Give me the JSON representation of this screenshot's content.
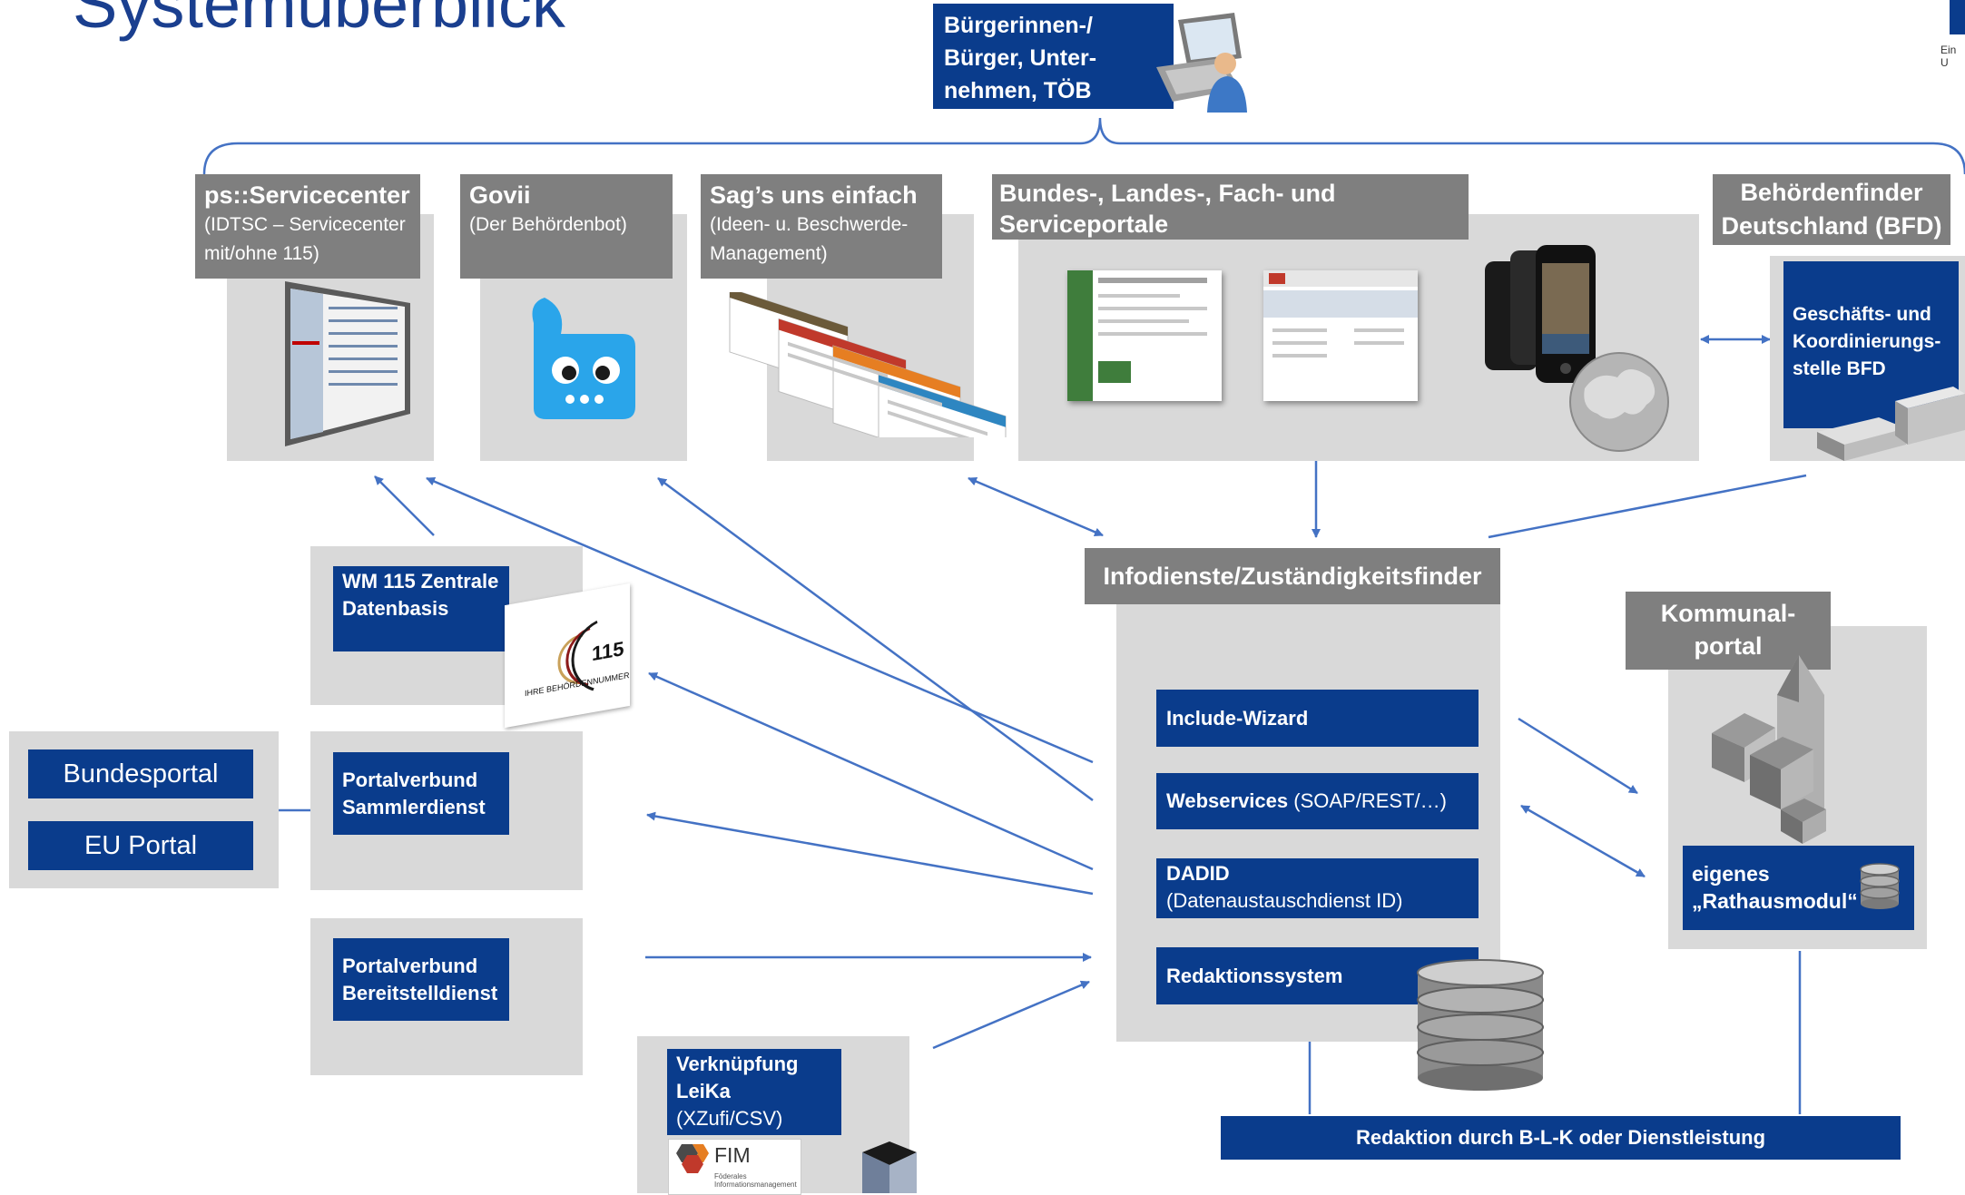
{
  "title": "Systemüberblick",
  "top_corner_text": "Ein U",
  "citizens": {
    "label": "Bürgerinnen-/ Bürger, Unter- nehmen, TÖB",
    "icon": "laptop-user-icon"
  },
  "portals": {
    "servicecenter": {
      "title": "ps::Servicecenter",
      "subtitle": "(IDTSC – Servicecenter mit/ohne 115)"
    },
    "govii": {
      "title": "Govii",
      "subtitle": "(Der Behördenbot)",
      "icon": "chatbot-face-icon"
    },
    "sagsuns": {
      "title": "Sag’s uns einfach",
      "subtitle": "(Ideen- u. Beschwerde- Management)"
    },
    "bundes": {
      "title": "Bundes-, Landes-, Fach- und Serviceportale"
    },
    "bfd": {
      "title": "Behördenfinder Deutschland (BFD)",
      "box": "Geschäfts- und Koordinierungs- stelle BFD"
    }
  },
  "wm115": {
    "label": "WM 115 Zentrale Datenbasis",
    "logo_number": "115",
    "logo_text": "IHRE BEHÖRDENNUMMER"
  },
  "bundesportal": "Bundesportal",
  "euportal": "EU Portal",
  "sammlerdienst": "Portalverbund Sammlerdienst",
  "bereitstelldienst": "Portalverbund Bereitstelldienst",
  "leika": {
    "label": "Verknüpfung LeiKa",
    "format": "(XZufi/CSV)",
    "fim_label": "FIM",
    "fim_sub": "Föderales Informationsmanagement"
  },
  "infodienste": {
    "title": "Infodienste/Zuständigkeitsfinder",
    "items": [
      {
        "bold": "Include-Wizard",
        "normal": ""
      },
      {
        "bold": "Webservices",
        "normal": " (SOAP/REST/…)"
      },
      {
        "bold": "DADID",
        "normal": "(Datenaustauschdienst ID)"
      },
      {
        "bold": "Redaktionssystem",
        "normal": ""
      }
    ]
  },
  "kommunal": {
    "title": "Kommunal- portal",
    "box": "eigenes „Rathausmodul“"
  },
  "redaktion": "Redaktion durch B-L-K oder Dienstleistung",
  "colors": {
    "navy": "#0a3c8c",
    "header_gray": "#7f7f7f",
    "panel_gray": "#d9d9d9",
    "arrow": "#4472c4"
  }
}
